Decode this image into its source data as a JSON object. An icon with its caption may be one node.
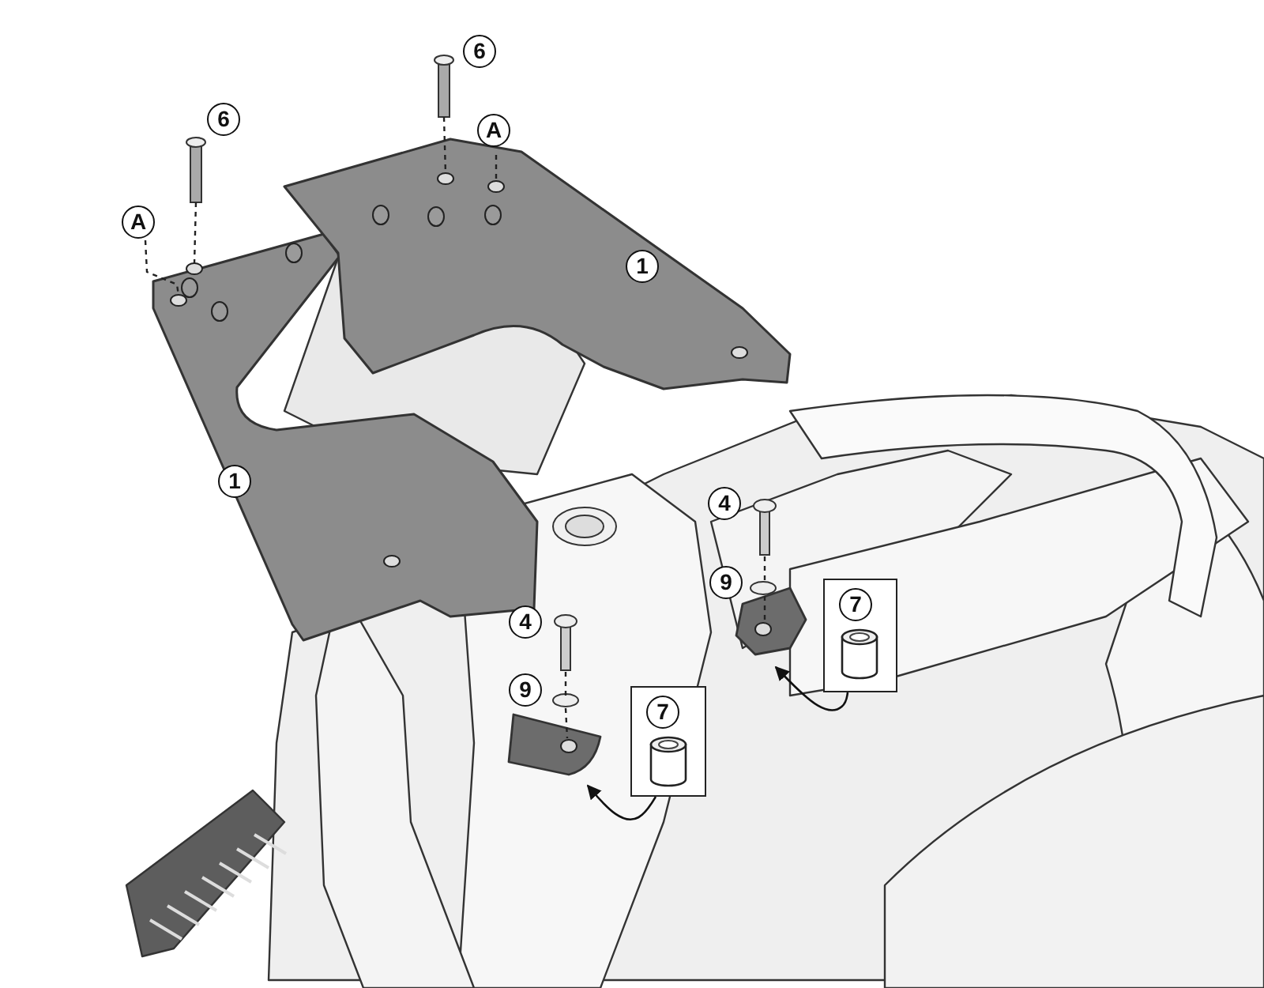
{
  "diagram": {
    "nodes": [
      {
        "text": [
          "7"
        ]
      },
      {
        "text": [
          "7"
        ]
      }
    ],
    "edges": [
      {
        "from": 0,
        "to": null,
        "arrow": "to"
      },
      {
        "from": 1,
        "to": null,
        "arrow": "to"
      }
    ],
    "labels": [
      "6",
      "6",
      "A",
      "A",
      "1",
      "1",
      "4",
      "9",
      "4",
      "9"
    ]
  }
}
